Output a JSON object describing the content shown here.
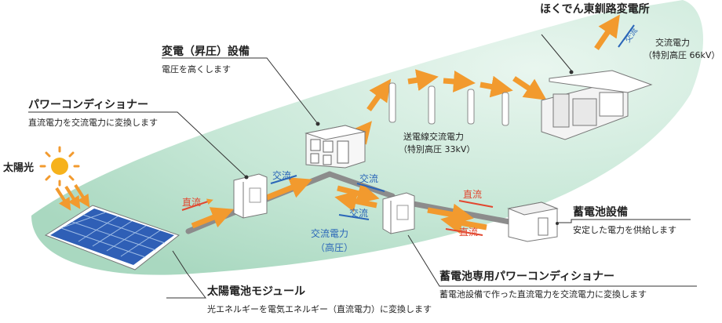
{
  "title": "ほくでん東釧路変電所",
  "substation_out": {
    "flow": "交流",
    "label": "交流電力",
    "sub": "（特別高圧 66kV）"
  },
  "step_up": {
    "name": "変電（昇圧）設備",
    "desc": "電圧を高くします"
  },
  "pcs": {
    "name": "パワーコンディショナー",
    "desc": "直流電力を交流電力に変換します"
  },
  "sun": {
    "label": "太陽光"
  },
  "transmission": {
    "label": "送電線交流電力",
    "sub": "（特別高圧 33kV）"
  },
  "storage": {
    "name": "蓄電池設備",
    "desc": "安定した電力を供給します"
  },
  "storage_pcs": {
    "name": "蓄電池専用パワーコンディショナー",
    "desc": "蓄電池設備で作った直流電力を交流電力に変換します"
  },
  "module": {
    "name": "太陽電池モジュール",
    "desc": "光エネルギーを電気エネルギー（直流電力）に変換します"
  },
  "flows": {
    "dc_panel": "直流",
    "ac_pcs": "交流",
    "ac_to_storage_pcs": "交流",
    "ac_from_storage_pcs": "交流",
    "dc_to_battery": "直流",
    "dc_from_battery": "直流"
  },
  "ac_hv": {
    "label": "交流電力",
    "sub": "（高圧）"
  },
  "colors": {
    "dc": "#e2472f",
    "ac": "#2a66b8",
    "energy": "#f29a2e",
    "area": "#bfe4d2",
    "line": "#8c8c8c"
  }
}
